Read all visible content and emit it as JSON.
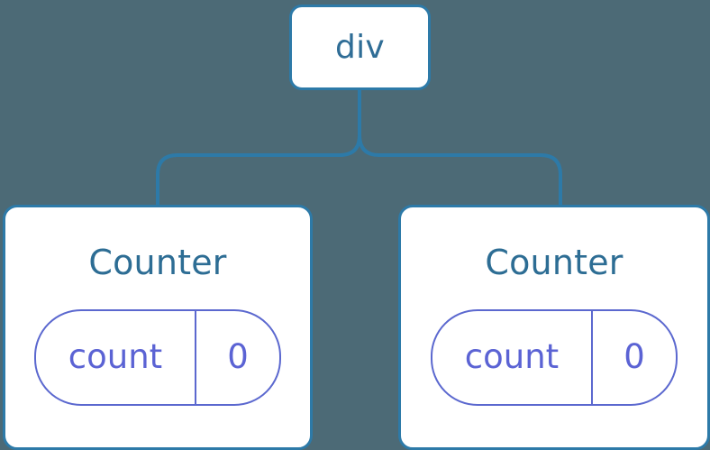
{
  "diagram": {
    "type": "component-tree",
    "background_color": "#4c6a76",
    "root": {
      "label": "div",
      "border_color": "#2d7aa8",
      "text_color": "#2f6d96"
    },
    "children": [
      {
        "label": "Counter",
        "text_color": "#2d6d94",
        "state": {
          "key": "count",
          "value": "0",
          "accent_color": "#5b63d4"
        }
      },
      {
        "label": "Counter",
        "text_color": "#2d6d94",
        "state": {
          "key": "count",
          "value": "0",
          "accent_color": "#5b63d4"
        }
      }
    ],
    "edges": {
      "color": "#2d7aa8",
      "width": 4
    }
  }
}
